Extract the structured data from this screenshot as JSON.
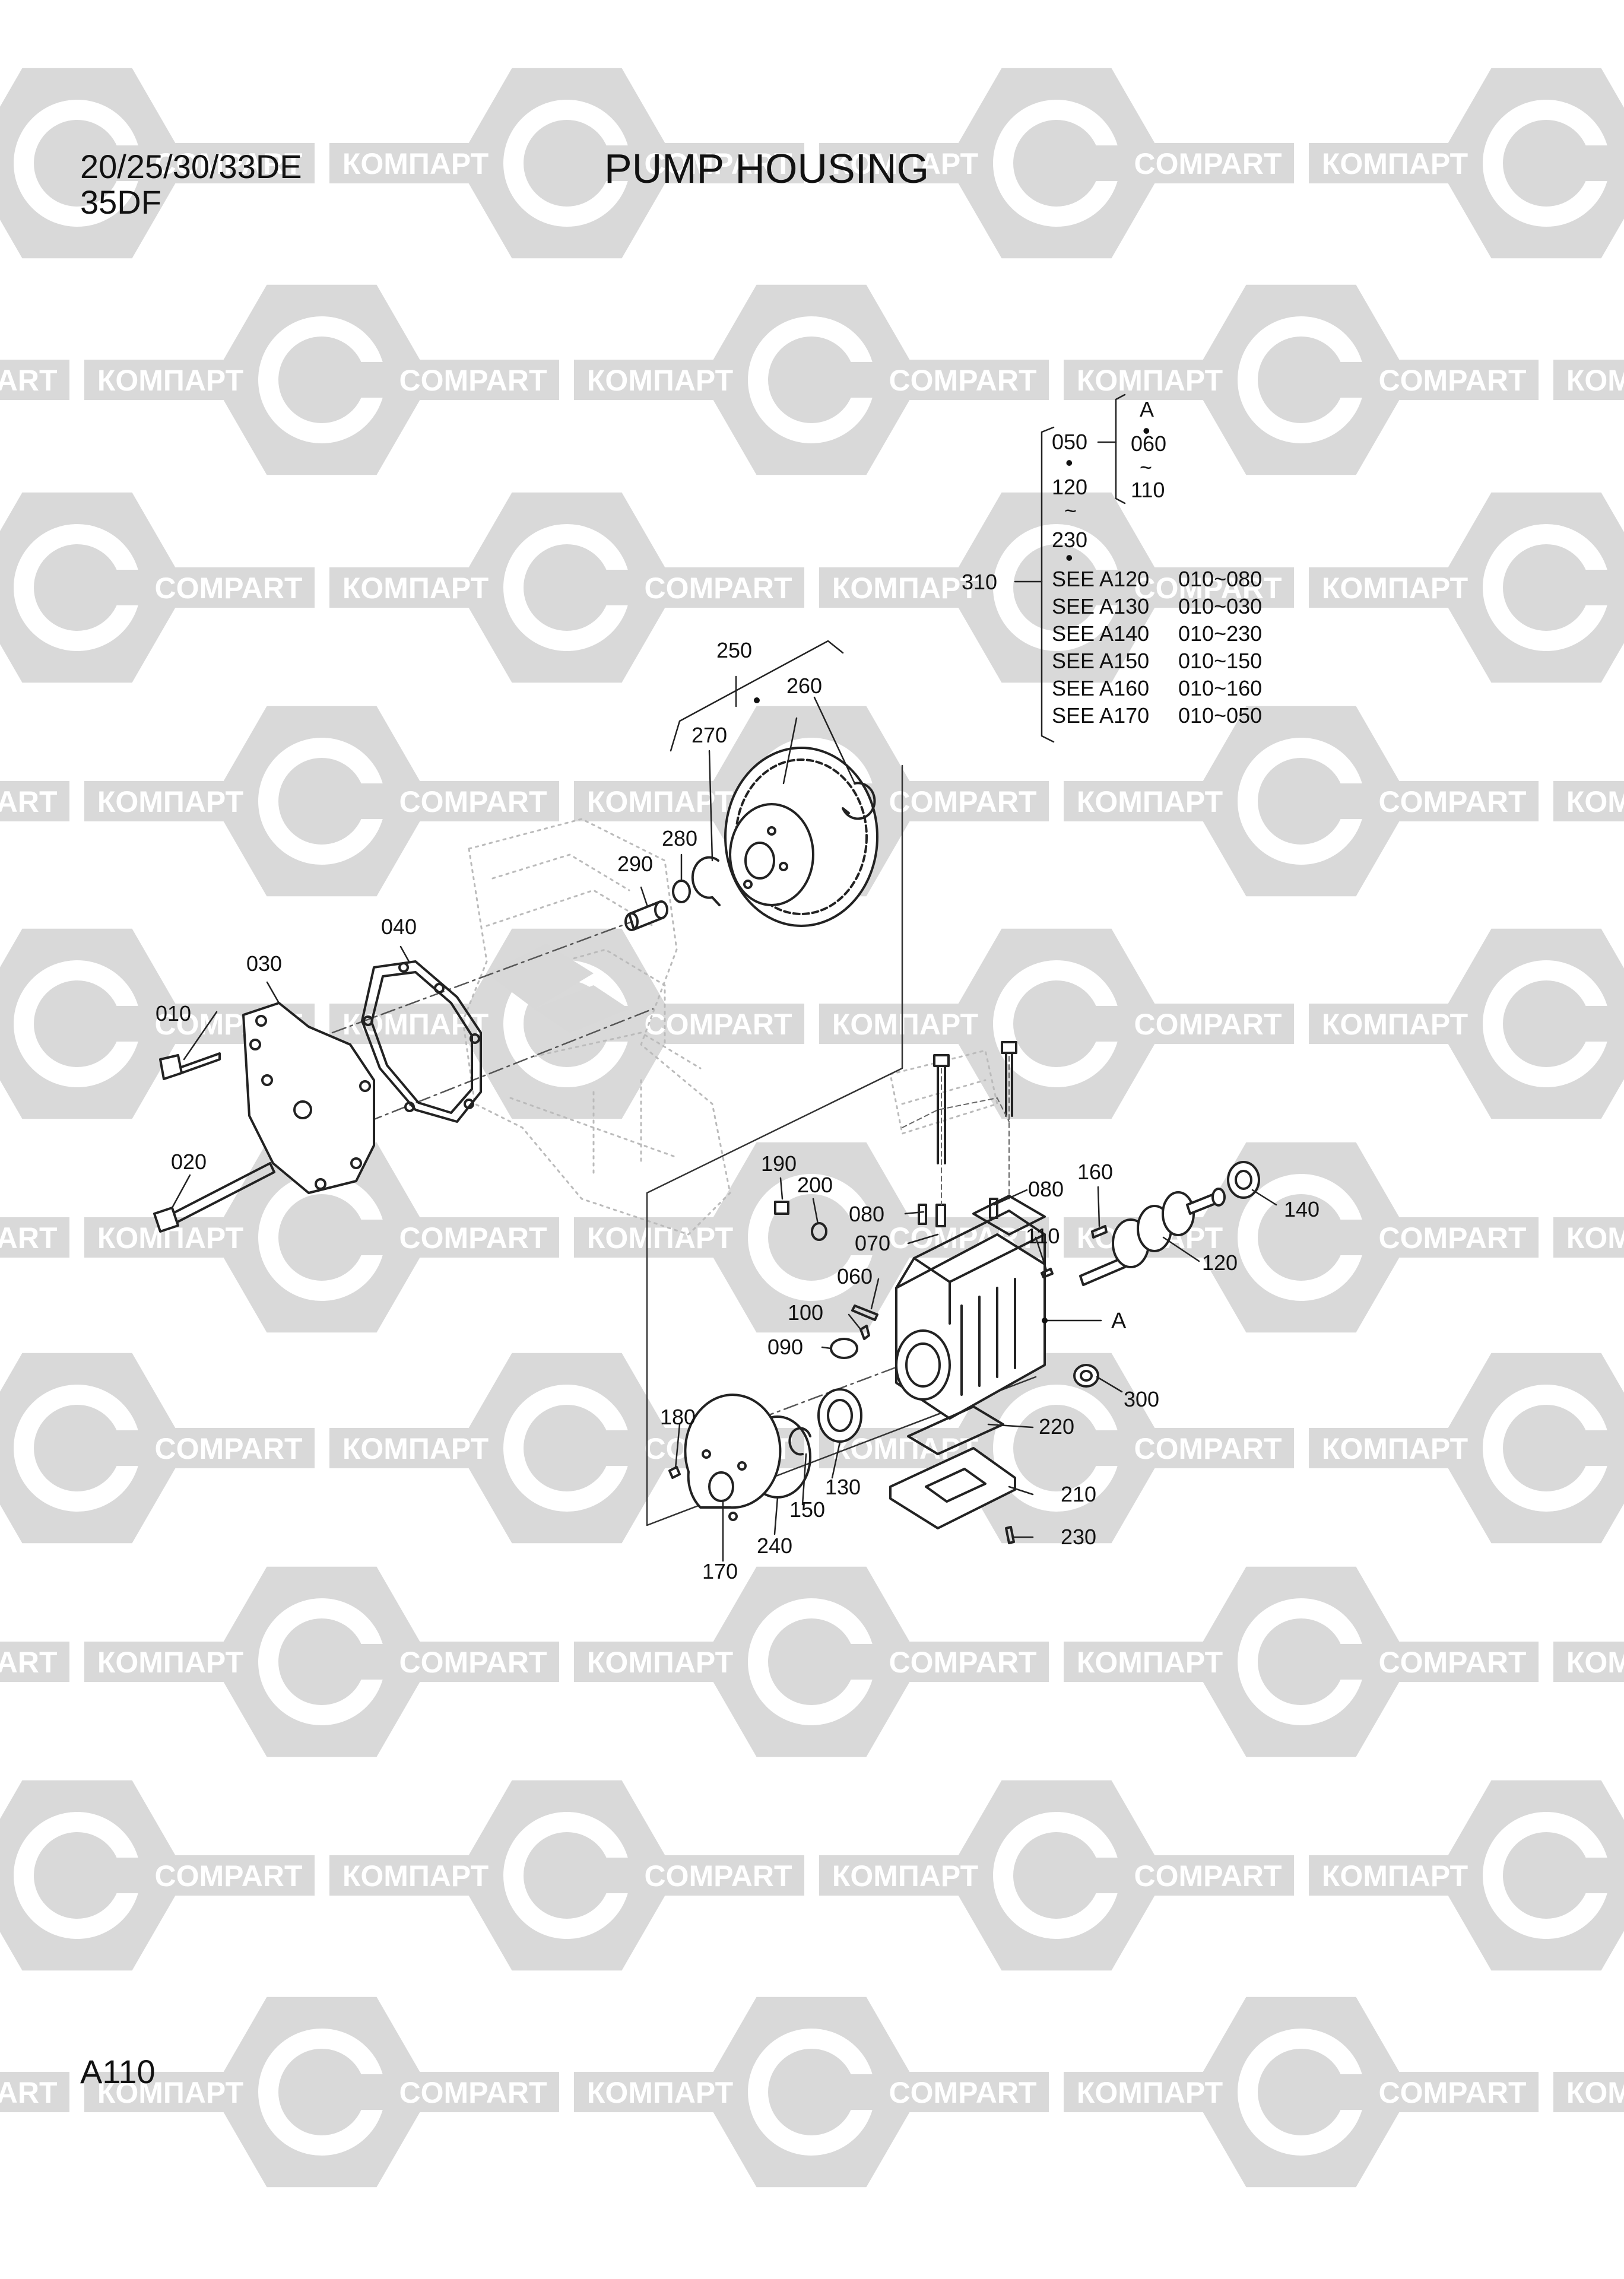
{
  "header": {
    "models_line1": "20/25/30/33DE",
    "models_line2": "35DF",
    "title": "PUMP HOUSING"
  },
  "footer": {
    "page_id": "A110"
  },
  "watermark": {
    "text_cyrillic": "КОМПАРТ",
    "text_latin": "COMPART",
    "color": "#d9d9d9"
  },
  "parts": [
    {
      "no": "010"
    },
    {
      "no": "020"
    },
    {
      "no": "030"
    },
    {
      "no": "040"
    },
    {
      "no": "060"
    },
    {
      "no": "070"
    },
    {
      "no": "080"
    },
    {
      "no": "080"
    },
    {
      "no": "090"
    },
    {
      "no": "100"
    },
    {
      "no": "110"
    },
    {
      "no": "120"
    },
    {
      "no": "130"
    },
    {
      "no": "140"
    },
    {
      "no": "150"
    },
    {
      "no": "160"
    },
    {
      "no": "170"
    },
    {
      "no": "180"
    },
    {
      "no": "190"
    },
    {
      "no": "200"
    },
    {
      "no": "210"
    },
    {
      "no": "220"
    },
    {
      "no": "230"
    },
    {
      "no": "240"
    },
    {
      "no": "250"
    },
    {
      "no": "260"
    },
    {
      "no": "270"
    },
    {
      "no": "280"
    },
    {
      "no": "290"
    },
    {
      "no": "300"
    }
  ],
  "assembly_ref": "A",
  "legend": {
    "assembly_no": "310",
    "sub_letter": "A",
    "sub_from": "060",
    "sub_tilde": "~",
    "sub_to": "110",
    "bullet": "•",
    "main_from": "050",
    "main_mid": "120",
    "main_tilde": "~",
    "main_to": "230",
    "see_refs": [
      {
        "sheet": "SEE A120",
        "range": "010~080"
      },
      {
        "sheet": "SEE A130",
        "range": "010~030"
      },
      {
        "sheet": "SEE A140",
        "range": "010~230"
      },
      {
        "sheet": "SEE A150",
        "range": "010~150"
      },
      {
        "sheet": "SEE A160",
        "range": "010~160"
      },
      {
        "sheet": "SEE A170",
        "range": "010~050"
      }
    ]
  }
}
